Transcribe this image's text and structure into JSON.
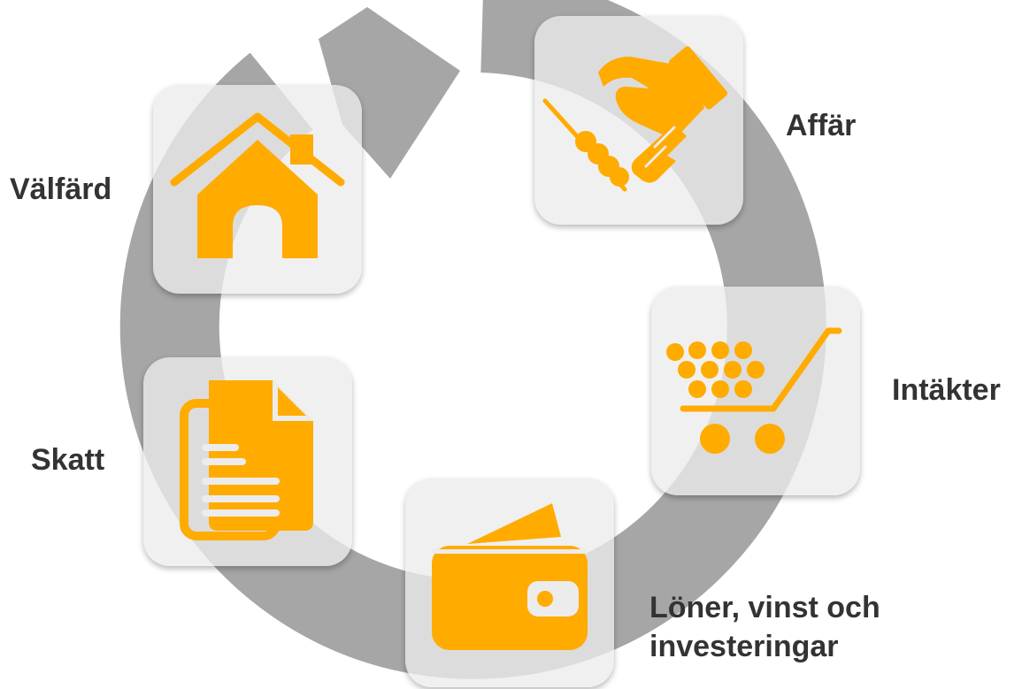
{
  "diagram": {
    "steps": [
      {
        "id": "affar",
        "label": "Affär",
        "icon": "handshake-icon"
      },
      {
        "id": "intakter",
        "label": "Intäkter",
        "icon": "shopping-cart-icon"
      },
      {
        "id": "loner",
        "label": "Löner, vinst och\ninvesteringar",
        "icon": "wallet-icon"
      },
      {
        "id": "skatt",
        "label": "Skatt",
        "icon": "document-icon"
      },
      {
        "id": "valfard",
        "label": "Välfärd",
        "icon": "house-icon"
      }
    ],
    "colors": {
      "icon": "#FFAB00",
      "ring": "#A6A6A6",
      "tile": "#ECECEC",
      "label": "#333333"
    }
  }
}
